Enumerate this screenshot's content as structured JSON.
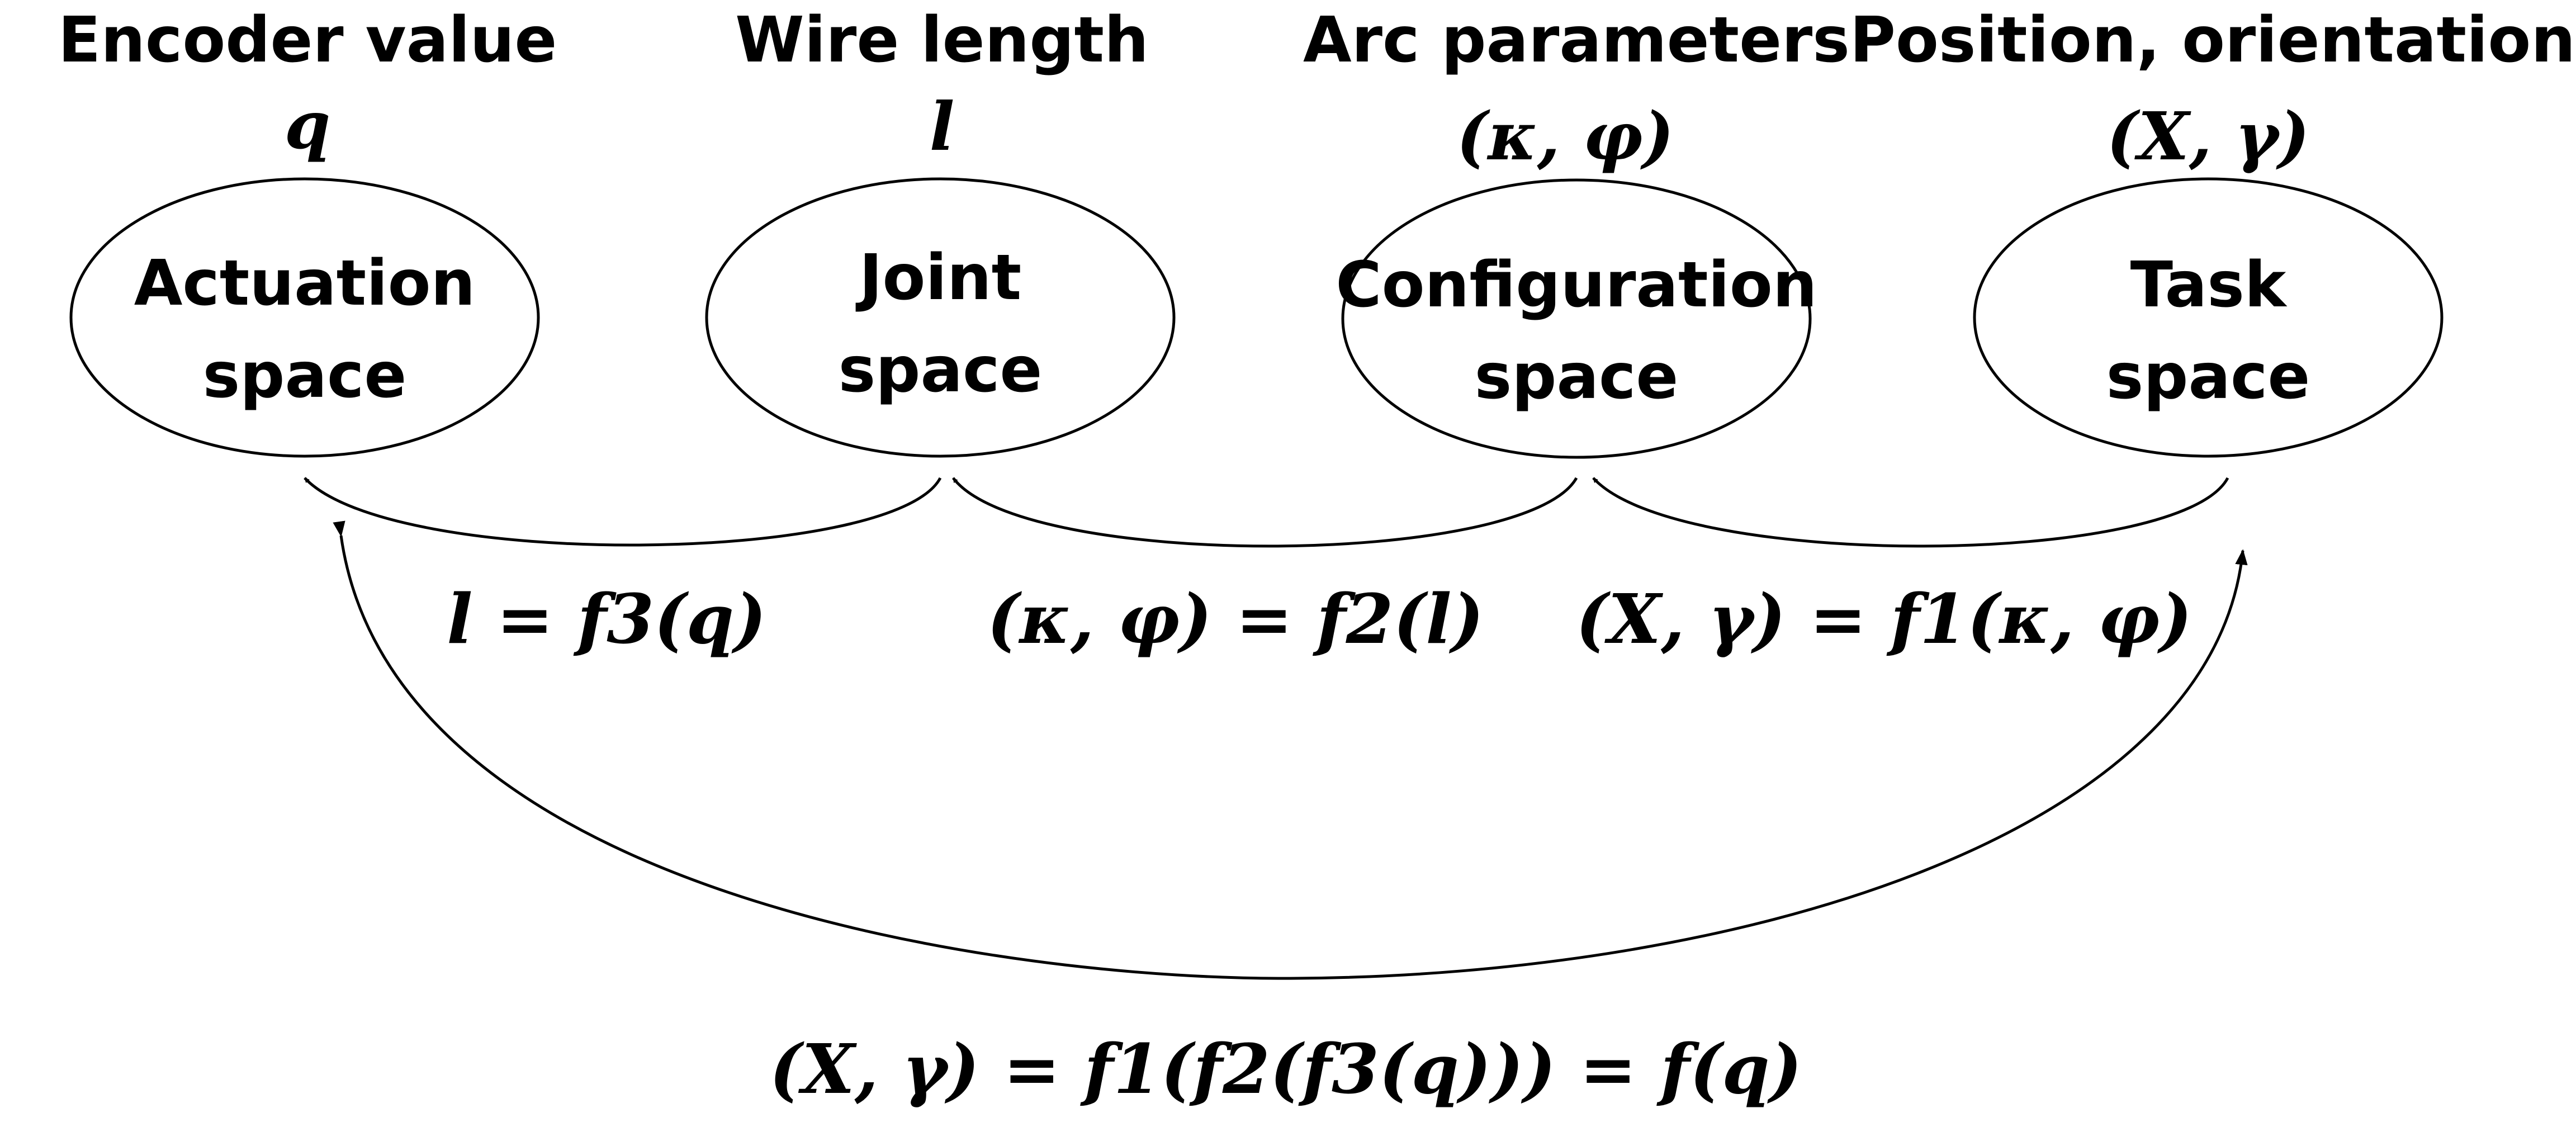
{
  "spaces": [
    {
      "title": "Encoder value",
      "variable": "q",
      "label_line1": "Actuation",
      "label_line2": "space"
    },
    {
      "title": "Wire length",
      "variable": "l",
      "label_line1": "Joint",
      "label_line2": "space"
    },
    {
      "title": "Arc parameters",
      "variable": "(κ, φ)",
      "label_line1": "Configuration",
      "label_line2": "space"
    },
    {
      "title": "Position, orientation",
      "variable": "(X, γ)",
      "label_line1": "Task",
      "label_line2": "space"
    }
  ],
  "mappings": {
    "f3": "l = f3(q)",
    "f2": "(κ, φ) = f2(l)",
    "f1": "(X, γ) = f1(κ, φ)",
    "composite": "(X, γ) = f1(f2(f3(q))) = f(q)"
  },
  "colors": {
    "stroke": "#000000",
    "background": "#ffffff"
  }
}
